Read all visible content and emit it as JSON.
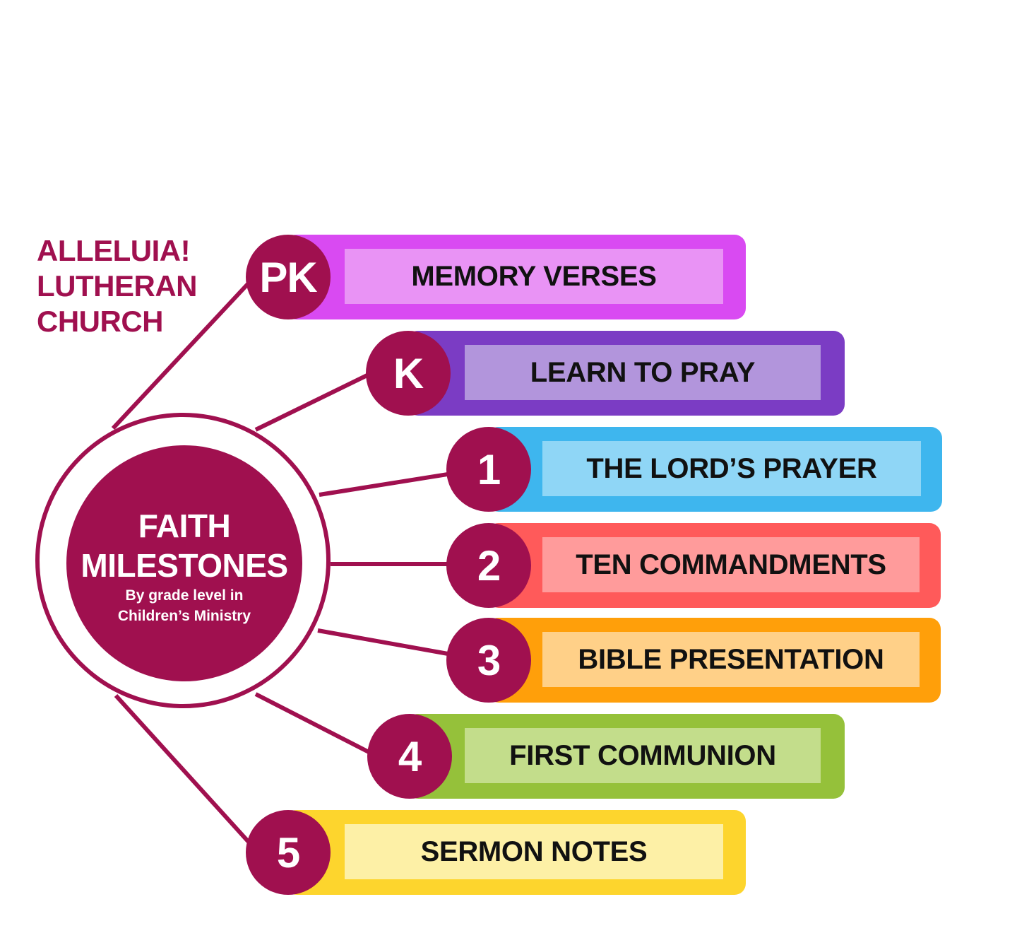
{
  "church": {
    "line1": "ALLELUIA!",
    "line2": "LUTHERAN",
    "line3": "CHURCH"
  },
  "hub": {
    "title_line1": "FAITH",
    "title_line2": "MILESTONES",
    "subtitle_line1": "By grade level in",
    "subtitle_line2": "Children’s Ministry"
  },
  "colors": {
    "primary": "#a0104f",
    "pk_bar": "#d94af2",
    "pk_label": "#e993f5",
    "k_bar": "#7b3cc4",
    "k_label": "#b295dc",
    "g1_bar": "#3eb6ee",
    "g1_label": "#8fd6f6",
    "g2_bar": "#ff5a5a",
    "g2_label": "#ff9b9b",
    "g3_bar": "#ff9f0a",
    "g3_label": "#ffd088",
    "g4_bar": "#95c13a",
    "g4_label": "#c3dd8b",
    "g5_bar": "#fdd52d",
    "g5_label": "#fdf0a6"
  },
  "milestones": [
    {
      "grade": "PK",
      "label": "MEMORY VERSES"
    },
    {
      "grade": "K",
      "label": "LEARN TO PRAY"
    },
    {
      "grade": "1",
      "label": "THE LORD’S PRAYER"
    },
    {
      "grade": "2",
      "label": "TEN COMMANDMENTS"
    },
    {
      "grade": "3",
      "label": "BIBLE PRESENTATION"
    },
    {
      "grade": "4",
      "label": "FIRST COMMUNION"
    },
    {
      "grade": "5",
      "label": "SERMON NOTES"
    }
  ]
}
